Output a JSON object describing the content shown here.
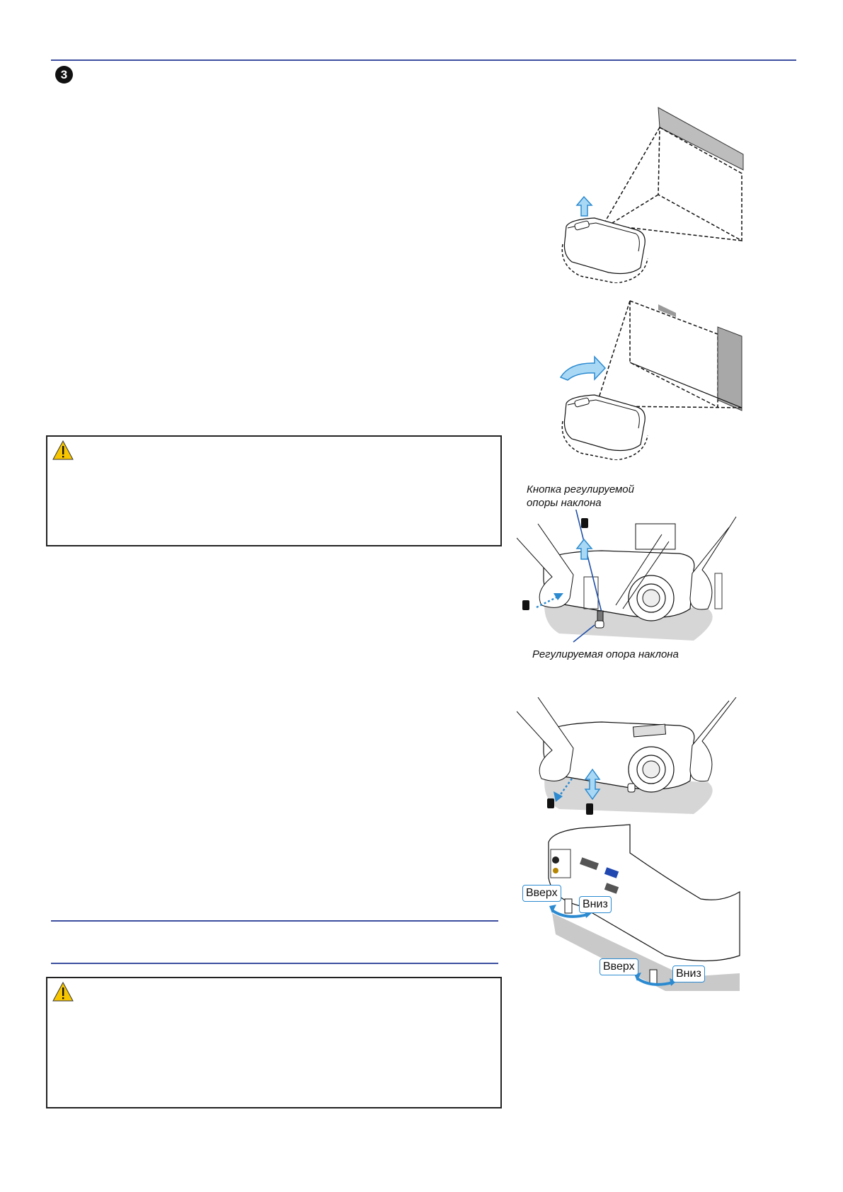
{
  "header": {
    "step_number": "3"
  },
  "caution_boxes": [
    {
      "icon": "warning-triangle-icon"
    },
    {
      "icon": "warning-triangle-icon"
    }
  ],
  "figures": {
    "tilt_up": {
      "arrow": "arrow-up-icon"
    },
    "rotate": {
      "arrow": "curved-arrow-right-icon"
    },
    "tilt_foot_button": {
      "button_caption": "Кнопка регулируемой опоры наклона",
      "button_caption_line1": "Кнопка регулируемой",
      "button_caption_line2": "опоры наклона",
      "foot_caption": "Регулируемая опора наклона"
    },
    "fine_adjust_front": {},
    "rear_feet": {
      "left_up_label": "Вверх",
      "left_down_label": "Вниз",
      "right_up_label": "Вверх",
      "right_down_label": "Вниз"
    }
  },
  "colors": {
    "rule": "#3d4fa0",
    "arrow_fill": "#a9d8f5",
    "arrow_stroke": "#2b8ad0",
    "caution_yellow": "#f7c600",
    "leader_line": "#1f4fa8"
  }
}
